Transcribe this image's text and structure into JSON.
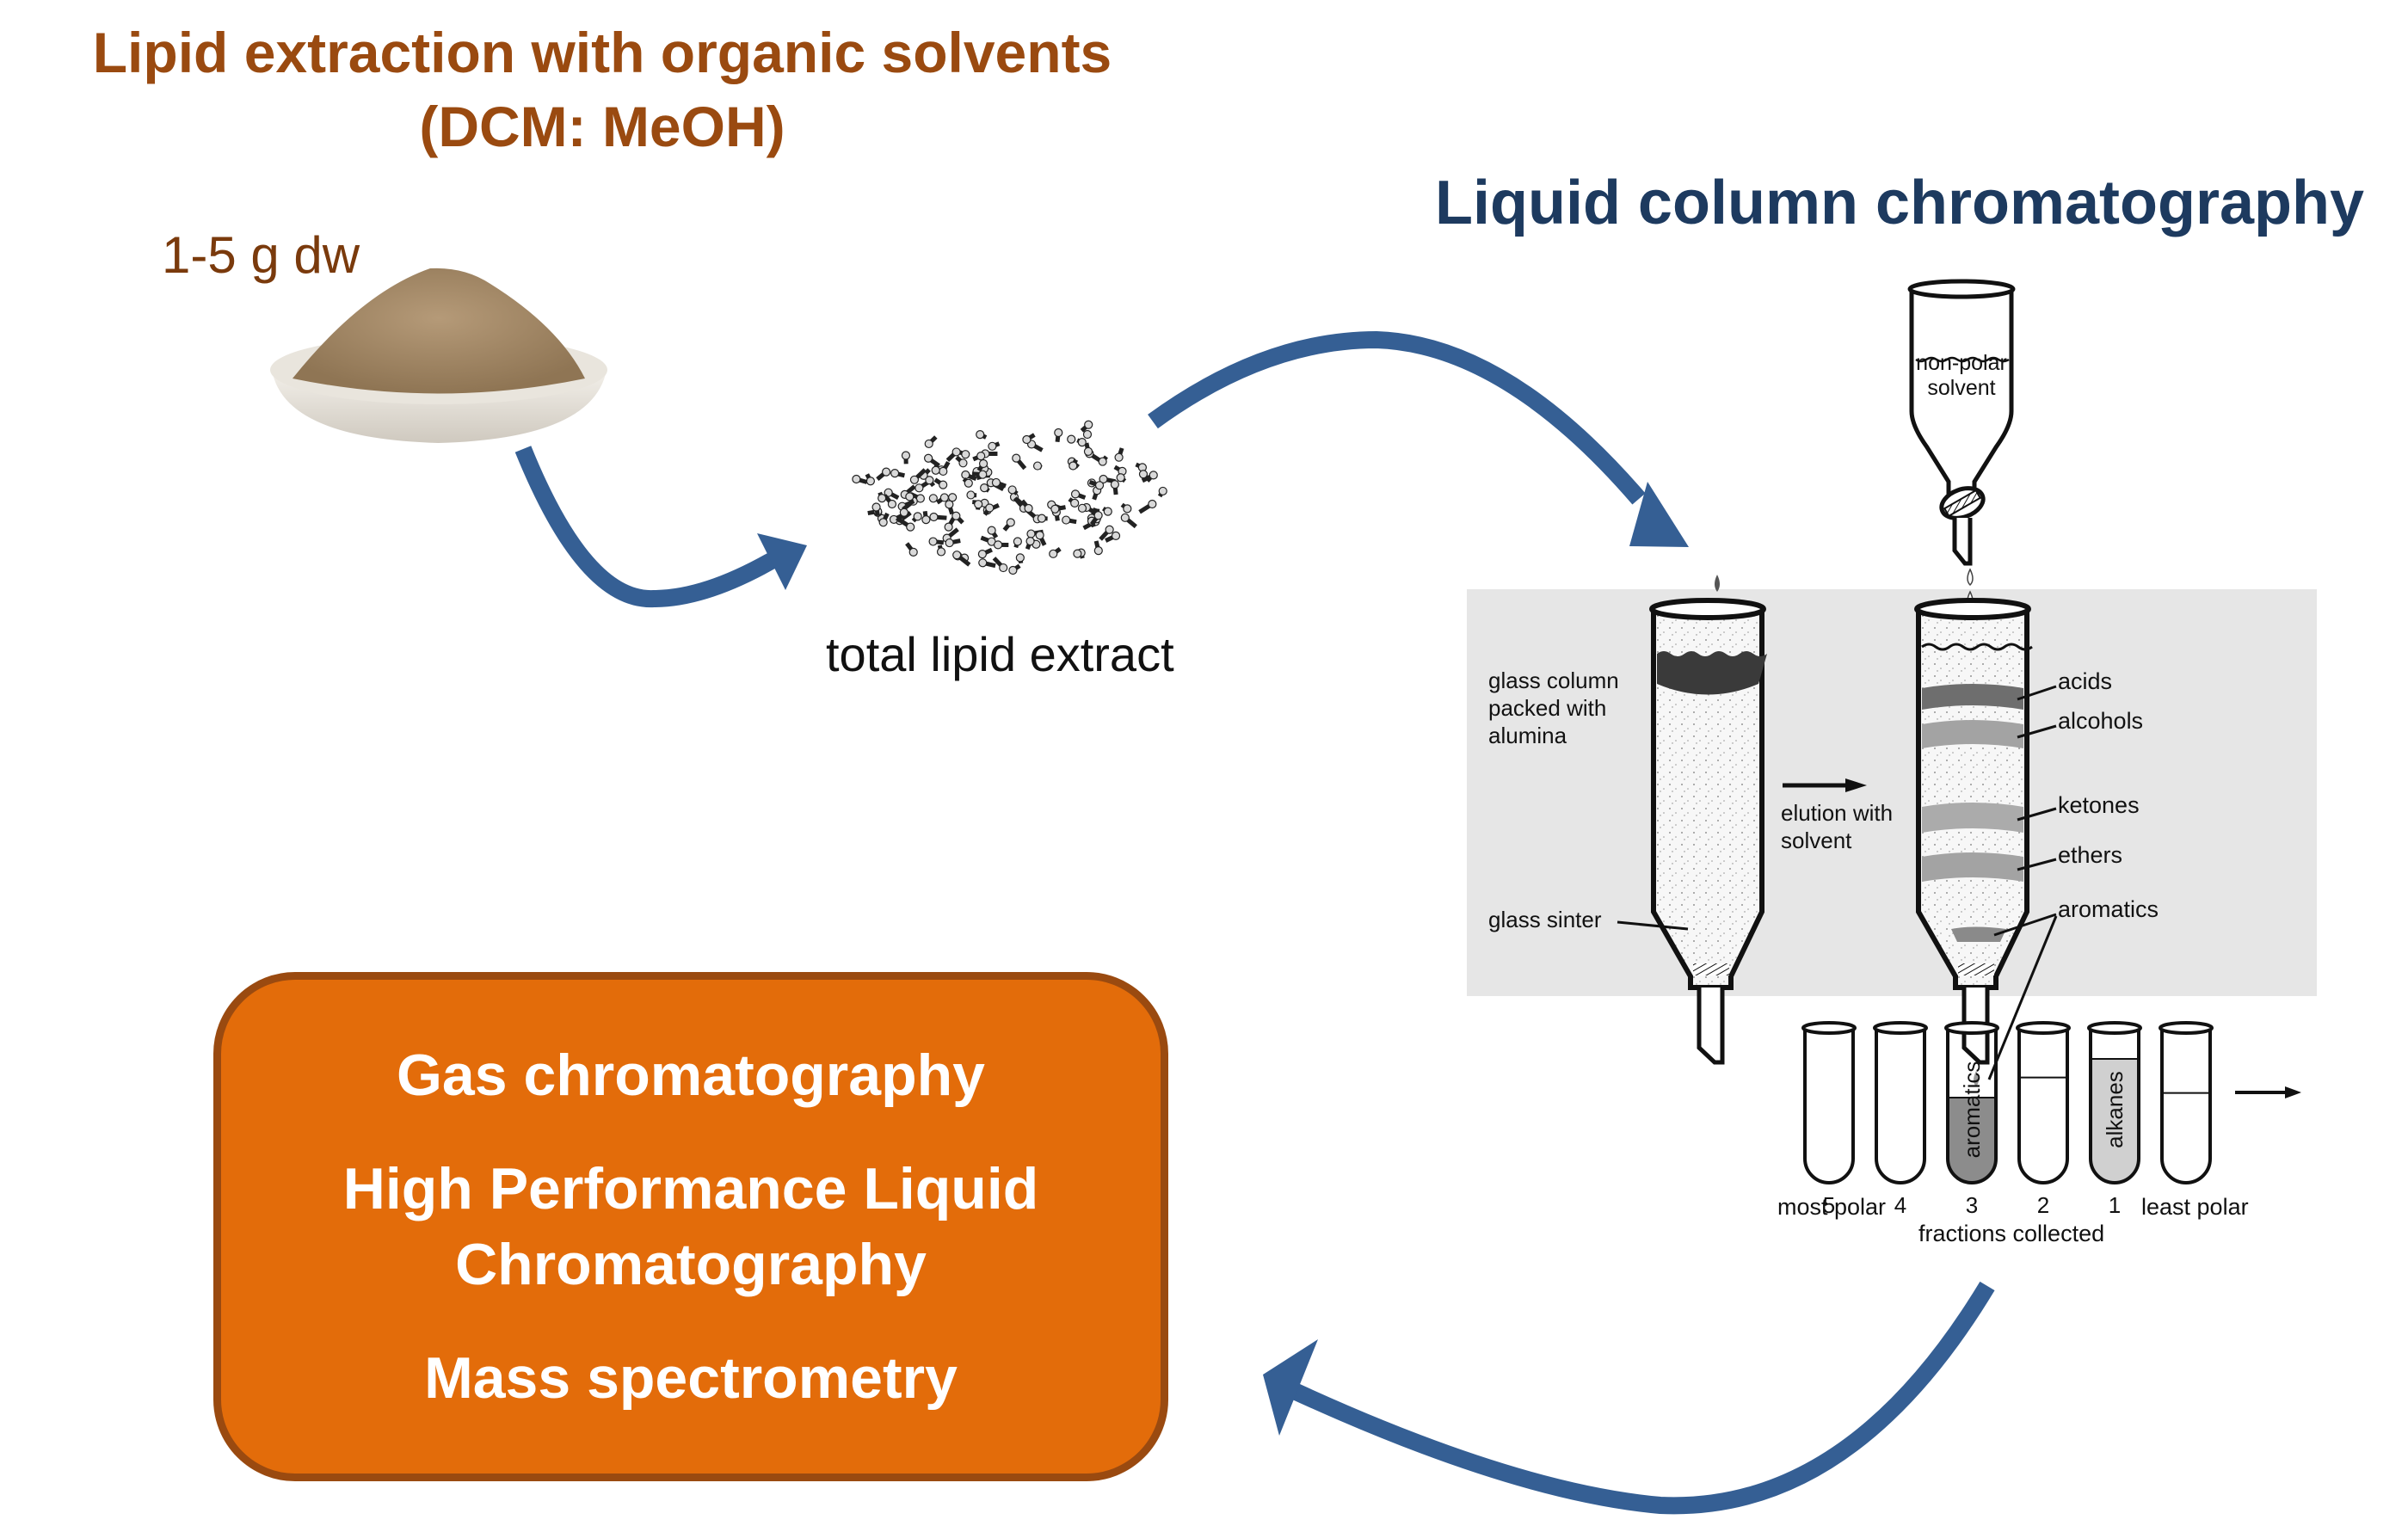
{
  "extraction": {
    "title_line1": "Lipid extraction with organic solvents",
    "title_line2": "(DCM: MeOH)",
    "sample_mass": "1-5 g dw",
    "product_label": "total lipid extract"
  },
  "chromatography": {
    "title": "Liquid column chromatography",
    "reservoir_label_line1": "non-polar",
    "reservoir_label_line2": "solvent",
    "column_label_line1": "glass column",
    "column_label_line2": "packed with",
    "column_label_line3": "alumina",
    "sinter_label": "glass sinter",
    "elution_label_line1": "elution with",
    "elution_label_line2": "solvent",
    "bands": [
      "acids",
      "alcohols",
      "ketones",
      "ethers",
      "aromatics"
    ],
    "tubes": [
      {
        "number": "5",
        "content": ""
      },
      {
        "number": "4",
        "content": ""
      },
      {
        "number": "3",
        "content": "aromatics"
      },
      {
        "number": "2",
        "content": ""
      },
      {
        "number": "1",
        "content": "alkanes"
      },
      {
        "number": "",
        "content": ""
      }
    ],
    "most_polar_label": "most polar",
    "least_polar_label": "least polar",
    "fractions_label": "fractions collected"
  },
  "analysis": {
    "methods": [
      "Gas chromatography",
      "High Performance Liquid Chromatography",
      "Mass spectrometry"
    ]
  },
  "colors": {
    "brown_text": "#9a4a10",
    "navy_text": "#1d3a5f",
    "arrow_blue": "#355f94",
    "box_fill": "#e36c0a",
    "box_border": "#9a4a10",
    "panel_gray": "#e6e6e6"
  }
}
